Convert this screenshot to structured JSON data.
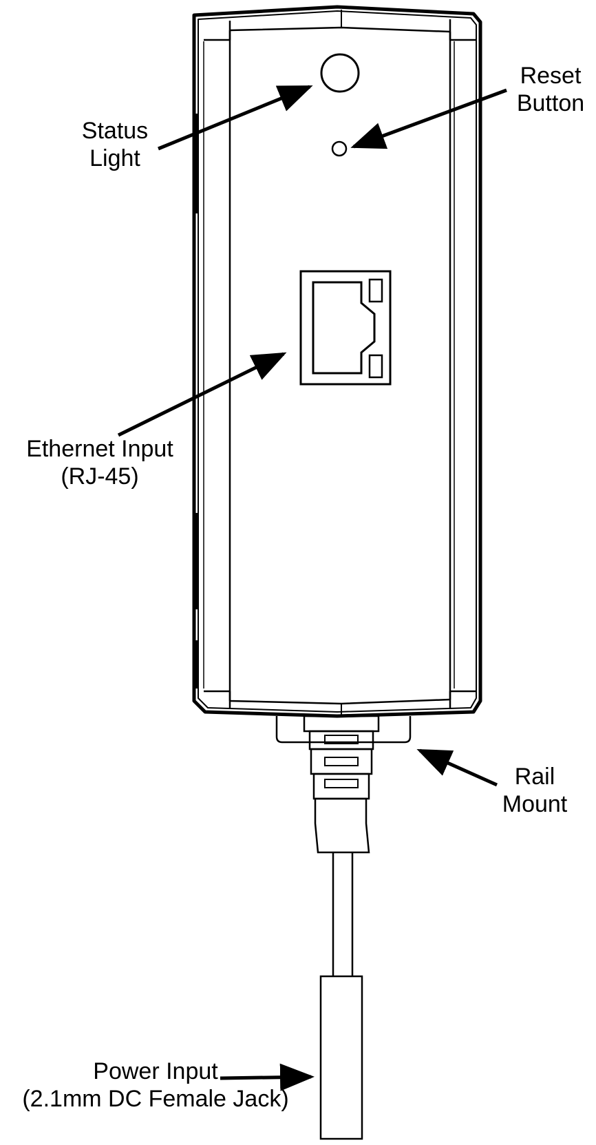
{
  "labels": {
    "status_light": [
      "Status",
      "Light"
    ],
    "reset_button": [
      "Reset",
      "Button"
    ],
    "ethernet_input": [
      "Ethernet Input",
      "(RJ-45)"
    ],
    "rail_mount": [
      "Rail",
      "Mount"
    ],
    "power_input": [
      "Power Input",
      "(2.1mm DC Female Jack)"
    ]
  },
  "colors": {
    "line": "#000000",
    "background": "#ffffff"
  }
}
